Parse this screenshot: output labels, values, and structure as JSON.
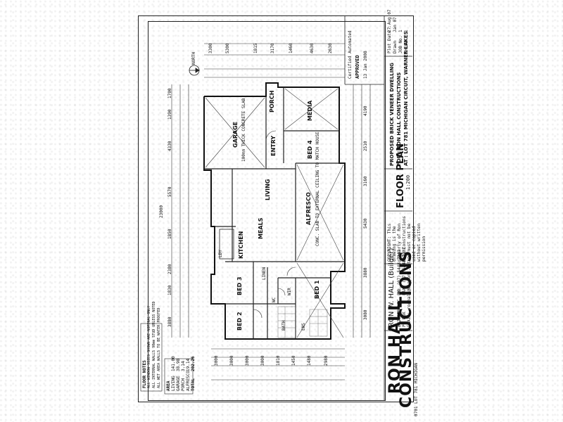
{
  "title_block": {
    "company_line1": "RON HALL",
    "company_line2": "CONSTRUCTIONS",
    "builder_name": "RON W. HALL (Builder)",
    "builder_details": [
      "BUILDER LIC. NO.",
      "PO BOX",
      "PH: (07) 5448 7941",
      "FAX: (07) 5448 7902",
      "EMAIL: ronhall@bigpond.net.au"
    ],
    "drawing_name": "FLOOR PLAN",
    "scale": "1:200",
    "project_lines": [
      "PROPOSED BRICK VENEER DWELLING",
      "FOR : RON HALL CONSTRUCTIONS",
      "AT : LOT 781 MICHIGAN CIRCUIT, WARNER LAKES"
    ],
    "copyright_note": "COPYRIGHT: This drawing is the property of Ron Hall Constructions and must not be used or copied without written permission",
    "approval_stamp_lines": [
      "Certified Automated",
      "APPROVED",
      "13 Jan 2008"
    ],
    "sheet_info": {
      "plot_date_label": "Plot Date :",
      "plot_date": "27 Aug 07",
      "drawn_label": "Drawn",
      "drawn": "Jan 07",
      "job_label": "JOB No.",
      "job": "1",
      "sheet_label": "SHEET",
      "sheet": "1"
    }
  },
  "area_schedule": {
    "heading": "AREA",
    "rows": [
      {
        "label": "LIVING",
        "value": "141.00"
      },
      {
        "label": "GARAGE",
        "value": "38.98"
      },
      {
        "label": "PORCH",
        "value": "3.14"
      },
      {
        "label": "ALFRESCO",
        "value": "19.14"
      },
      {
        "label": "TOTAL",
        "value": "202.26"
      }
    ]
  },
  "floor_notes": {
    "heading": "FLOOR NOTES",
    "lines": [
      "ALL WINDOW SIZES SHOWN ARE NOMINAL ONLY",
      "ALL INTERNAL WALLS 90mm STUD UNLESS NOTED",
      "ALL WET AREA WALLS TO BE WATER PROOFED"
    ]
  },
  "rooms": {
    "garage": "GARAGE",
    "porch": "PORCH",
    "entry": "ENTRY",
    "media": "MEDIA",
    "bed4": "BED 4",
    "living": "LIVING",
    "meals": "MEALS",
    "alfresco": "ALFRESCO",
    "bed3": "BED 3",
    "bed2": "BED 2",
    "bed1": "BED 1",
    "kitchen": "KITCHEN",
    "wir": "WIR",
    "ens": "ENS",
    "ldy": "LDY",
    "bath": "BATH",
    "wc": "WC",
    "linen": "LINEN"
  },
  "misc_labels": {
    "garage_note": "100mm THICK CONCRETE SLAB",
    "alfresco_note": "CONC. SLAB TO EXTERNAL CEILING TO MATCH HOUSE",
    "north": "NORTH",
    "footer_code": "0701 LOT 781 MICHIGAN"
  },
  "dimensions_top": [
    "3300",
    "5300",
    "1815",
    "3170",
    "1460",
    "4630",
    "2630"
  ],
  "dimensions_bottom": [
    "3000",
    "3000",
    "3000",
    "3000",
    "1810",
    "1450",
    "1480",
    "2980"
  ],
  "dimensions_left": [
    "1700",
    "1390",
    "4330",
    "5570",
    "1850",
    "23000",
    "2380",
    "1830",
    "3880"
  ],
  "dimensions_right": [
    "4190",
    "2510",
    "3160",
    "5430",
    "3880",
    "3080"
  ]
}
